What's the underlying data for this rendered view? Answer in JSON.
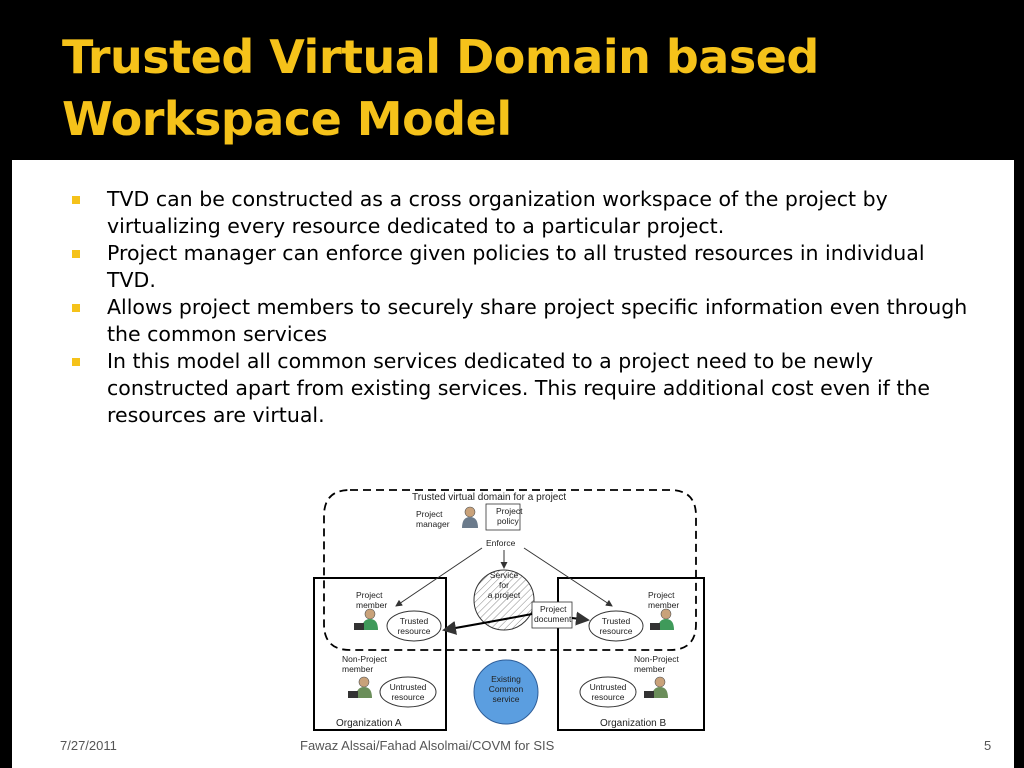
{
  "slide": {
    "title_lines": [
      "Trusted Virtual Domain based",
      "Workspace Model"
    ],
    "bullets": [
      "TVD can be constructed as a cross organization workspace of the project by virtualizing every resource dedicated to a particular project.",
      "Project manager can enforce given policies to all trusted resources in individual TVD.",
      "Allows project members to securely share project specific information even through the common services",
      "In this model all common services dedicated to a project need to be newly constructed apart from existing services. This require additional cost even if the resources are virtual."
    ],
    "accent_color": "#f5c21a"
  },
  "diagram": {
    "tvd_label": "Trusted virtual domain for a project",
    "project_manager": [
      "Project",
      "manager"
    ],
    "project_policy": [
      "Project",
      "policy"
    ],
    "enforce": "Enforce",
    "service_for_project": [
      "Service",
      "for",
      "a project"
    ],
    "project_document": [
      "Project",
      "document"
    ],
    "project_member": [
      "Project",
      "member"
    ],
    "trusted_resource": [
      "Trusted",
      "resource"
    ],
    "non_project_member": [
      "Non-Project",
      "member"
    ],
    "untrusted_resource": [
      "Untrusted",
      "resource"
    ],
    "existing_common_service": [
      "Existing",
      "Common",
      "service"
    ],
    "org_a": "Organization  A",
    "org_b": "Organization  B",
    "icons": [
      "person-icon",
      "laptop-icon",
      "document-icon"
    ]
  },
  "footer": {
    "date": "7/27/2011",
    "center": "Fawaz Alssai/Fahad Alsolmai/COVM for SIS",
    "page": "5"
  }
}
